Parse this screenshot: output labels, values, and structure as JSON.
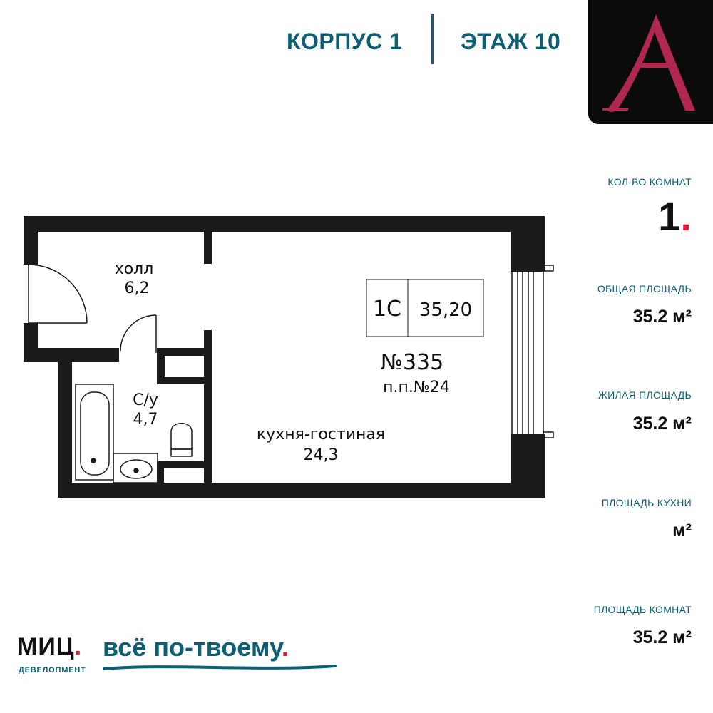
{
  "header": {
    "building": "КОРПУС 1",
    "floor": "ЭТАЖ 10"
  },
  "logo": {
    "letter": "A",
    "color": "#b0284f"
  },
  "stats": {
    "rooms_label": "КОЛ-ВО КОМНАТ",
    "rooms_value": "1",
    "rooms_dot": ".",
    "total_area_label": "ОБЩАЯ ПЛОЩАДЬ",
    "total_area_value": "35.2 м²",
    "living_area_label": "ЖИЛАЯ ПЛОЩАДЬ",
    "living_area_value": "35.2 м²",
    "kitchen_area_label": "ПЛОЩАДЬ КУХНИ",
    "kitchen_area_value": "м²",
    "room_area_label": "ПЛОЩАДЬ КОМНАТ",
    "room_area_value": "35.2 м²"
  },
  "plan": {
    "hall_name": "холл",
    "hall_area": "6,2",
    "bath_name": "С/у",
    "bath_area": "4,7",
    "living_name": "кухня-гостиная",
    "living_area": "24,3",
    "type_code": "1С",
    "type_area": "35,20",
    "apartment_number": "№335",
    "serial_number": "п.п.№24"
  },
  "footer": {
    "brand": "МИЦ",
    "brand_dot": ".",
    "developer": "ДЕВЕЛОПМЕНТ",
    "slogan": "всё по-твоему",
    "slogan_dot": "."
  },
  "colors": {
    "accent": "#0d5f73",
    "red": "#e0182d",
    "wall": "#1b1b1b",
    "logo_bg": "#0b0b0b"
  }
}
